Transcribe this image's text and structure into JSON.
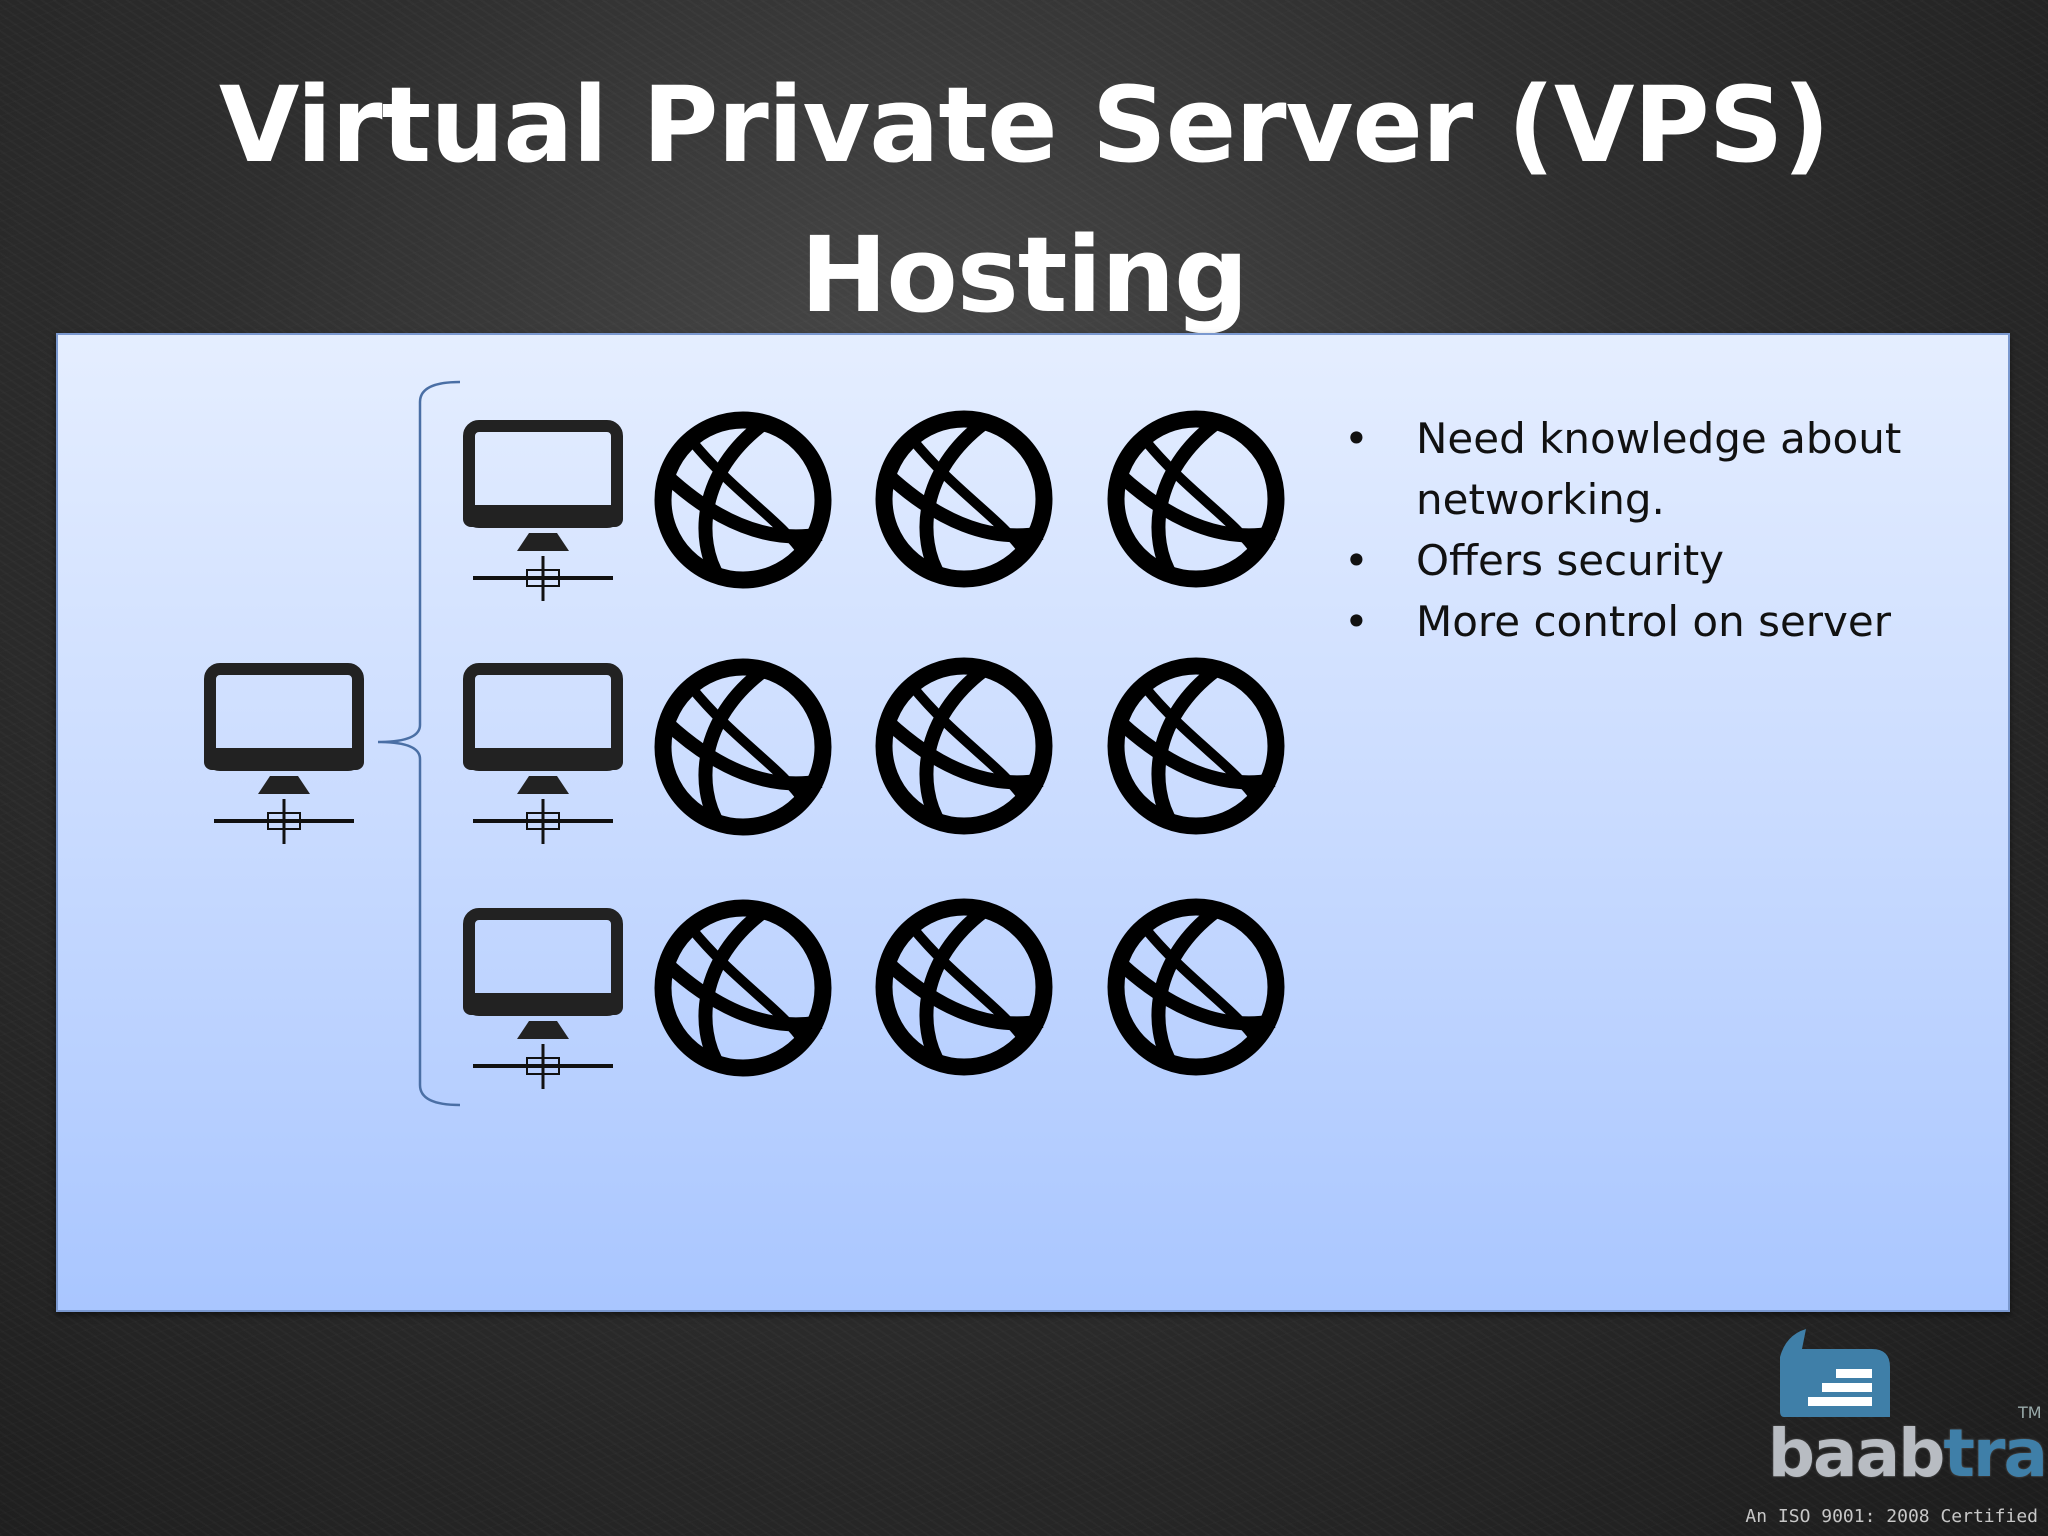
{
  "slide": {
    "title_line1": "Virtual Private Server (VPS)",
    "title_line2": "Hosting"
  },
  "bullets": [
    {
      "marker": "•",
      "text": "Need knowledge about networking."
    },
    {
      "marker": "•",
      "text": "Offers security"
    },
    {
      "marker": "•",
      "text": "More control on server"
    }
  ],
  "diagram": {
    "main_server_icon": "desktop-computer-network-icon",
    "virtual_servers": [
      {
        "icon": "desktop-computer-network-icon",
        "sites": [
          "globe-icon",
          "globe-icon",
          "globe-icon"
        ]
      },
      {
        "icon": "desktop-computer-network-icon",
        "sites": [
          "globe-icon",
          "globe-icon",
          "globe-icon"
        ]
      },
      {
        "icon": "desktop-computer-network-icon",
        "sites": [
          "globe-icon",
          "globe-icon",
          "globe-icon"
        ]
      }
    ]
  },
  "logo": {
    "word_part1": "baab",
    "word_part2": "tra",
    "trademark": "TM",
    "certification": "An ISO 9001: 2008 Certified"
  },
  "colors": {
    "panel_top": "#e5eeff",
    "panel_bottom": "#a9c6ff",
    "bracket": "#4a6fa5",
    "logo_blue": "#3f7fa8"
  }
}
